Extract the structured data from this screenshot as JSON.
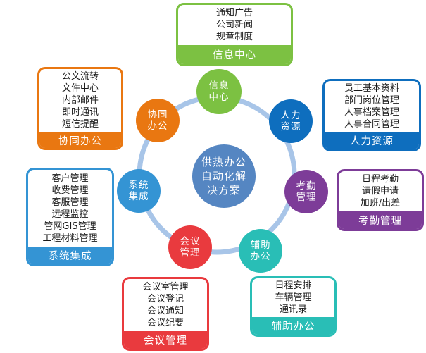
{
  "diagram": {
    "background": "#FFFFFF",
    "ring_color": "#A8C5E8",
    "center": {
      "label": "供热办公自动化解决方案",
      "lines": [
        "供热办公",
        "自动化解",
        "决方案"
      ],
      "color": "#5586C2"
    },
    "nodes": [
      {
        "id": "info-center",
        "label": "信息中心",
        "lines": [
          "信息",
          "中心"
        ],
        "color": "#7CC142"
      },
      {
        "id": "human-resources",
        "label": "人力资源",
        "lines": [
          "人力",
          "资源"
        ],
        "color": "#0E6EBE"
      },
      {
        "id": "attendance",
        "label": "考勤管理",
        "lines": [
          "考勤",
          "管理"
        ],
        "color": "#7D3C98"
      },
      {
        "id": "auxiliary-office",
        "label": "辅助办公",
        "lines": [
          "辅助",
          "办公"
        ],
        "color": "#29BEB6"
      },
      {
        "id": "meeting",
        "label": "会议管理",
        "lines": [
          "会议",
          "管理"
        ],
        "color": "#E93A3E"
      },
      {
        "id": "system-integration",
        "label": "系统集成",
        "lines": [
          "系统",
          "集成"
        ],
        "color": "#3494D4"
      },
      {
        "id": "collaborative-office",
        "label": "协同办公",
        "lines": [
          "协同",
          "办公"
        ],
        "color": "#E97711"
      }
    ],
    "boxes": [
      {
        "id": "info-center",
        "title": "信息中心",
        "color": "#7CC142",
        "items": [
          "通知广告",
          "公司新闻",
          "规章制度"
        ]
      },
      {
        "id": "human-resources",
        "title": "人力资源",
        "color": "#0E6EBE",
        "items": [
          "员工基本资料",
          "部门岗位管理",
          "人事档案管理",
          "人事合同管理"
        ]
      },
      {
        "id": "attendance",
        "title": "考勤管理",
        "color": "#7D3C98",
        "items": [
          "日程考勤",
          "请假申请",
          "加班/出差"
        ]
      },
      {
        "id": "auxiliary-office",
        "title": "辅助办公",
        "color": "#29BEB6",
        "items": [
          "日程安排",
          "车辆管理",
          "通讯录"
        ]
      },
      {
        "id": "meeting",
        "title": "会议管理",
        "color": "#E93A3E",
        "items": [
          "会议室管理",
          "会议登记",
          "会议通知",
          "会议纪要"
        ]
      },
      {
        "id": "system-integration",
        "title": "系统集成",
        "color": "#3494D4",
        "items": [
          "客户管理",
          "收费管理",
          "客服管理",
          "远程监控",
          "管网GIS管理",
          "工程材料管理"
        ]
      },
      {
        "id": "collaborative-office",
        "title": "协同办公",
        "color": "#E97711",
        "items": [
          "公文流转",
          "文件中心",
          "内部邮件",
          "即时通讯",
          "短信提醒"
        ]
      }
    ]
  }
}
